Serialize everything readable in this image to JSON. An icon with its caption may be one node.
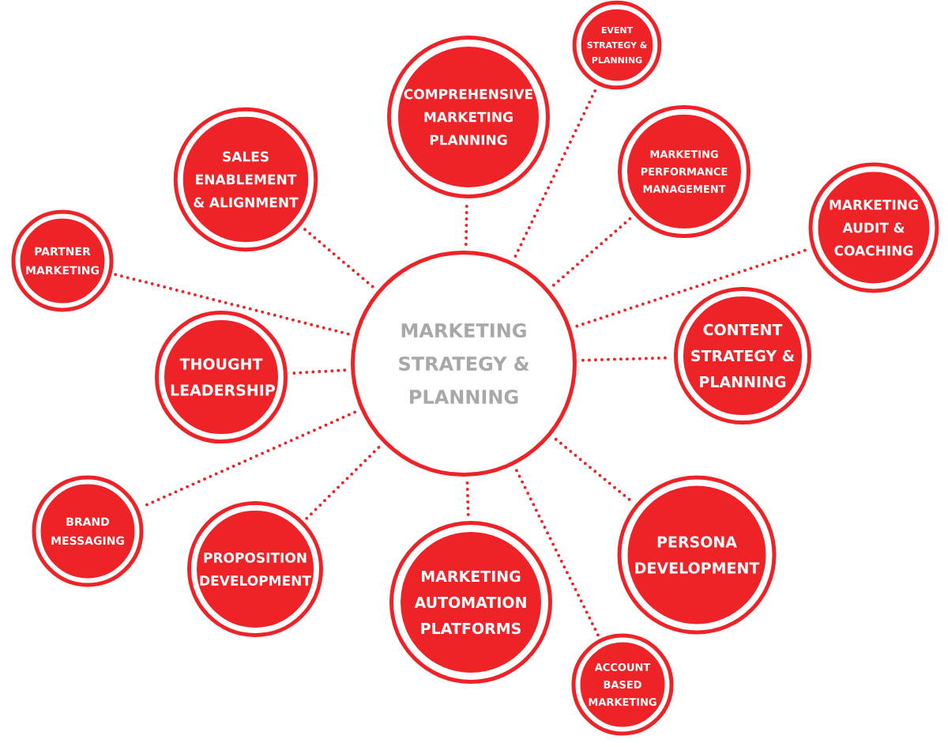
{
  "diagram": {
    "nodes": [
      {
        "text": [
          "MARKETING STRATEGY & PLANNING"
        ]
      },
      {
        "text": [
          "COMPREHENSIVE MARKETING PLANNING"
        ]
      },
      {
        "text": [
          "EVENT STRATEGY & PLANNING"
        ]
      },
      {
        "text": [
          "SALES ENABLEMENT & ALIGNMENT"
        ]
      },
      {
        "text": [
          "MARKETING PERFORMANCE MANAGEMENT"
        ]
      },
      {
        "text": [
          "PARTNER MARKETING"
        ]
      },
      {
        "text": [
          "MARKETING AUDIT & COACHING"
        ]
      },
      {
        "text": [
          "THOUGHT LEADERSHIP"
        ]
      },
      {
        "text": [
          "CONTENT STRATEGY & PLANNING"
        ]
      },
      {
        "text": [
          "BRAND MESSAGING"
        ]
      },
      {
        "text": [
          "PROPOSITION DEVELOPMENT"
        ]
      },
      {
        "text": [
          "MARKETING AUTOMATION PLATFORMS"
        ]
      },
      {
        "text": [
          "PERSONA DEVELOPMENT"
        ]
      },
      {
        "text": [
          "ACCOUNT BASED MARKETING"
        ]
      }
    ],
    "edges": [
      {
        "from": 0,
        "to": 1,
        "arrow": "none"
      },
      {
        "from": 0,
        "to": 2,
        "arrow": "none"
      },
      {
        "from": 0,
        "to": 3,
        "arrow": "none"
      },
      {
        "from": 0,
        "to": 4,
        "arrow": "none"
      },
      {
        "from": 0,
        "to": 5,
        "arrow": "none"
      },
      {
        "from": 0,
        "to": 6,
        "arrow": "none"
      },
      {
        "from": 0,
        "to": 7,
        "arrow": "none"
      },
      {
        "from": 0,
        "to": 8,
        "arrow": "none"
      },
      {
        "from": 0,
        "to": 9,
        "arrow": "none"
      },
      {
        "from": 0,
        "to": 10,
        "arrow": "none"
      },
      {
        "from": 0,
        "to": 11,
        "arrow": "none"
      },
      {
        "from": 0,
        "to": 12,
        "arrow": "none"
      },
      {
        "from": 0,
        "to": 13,
        "arrow": "none"
      }
    ]
  }
}
